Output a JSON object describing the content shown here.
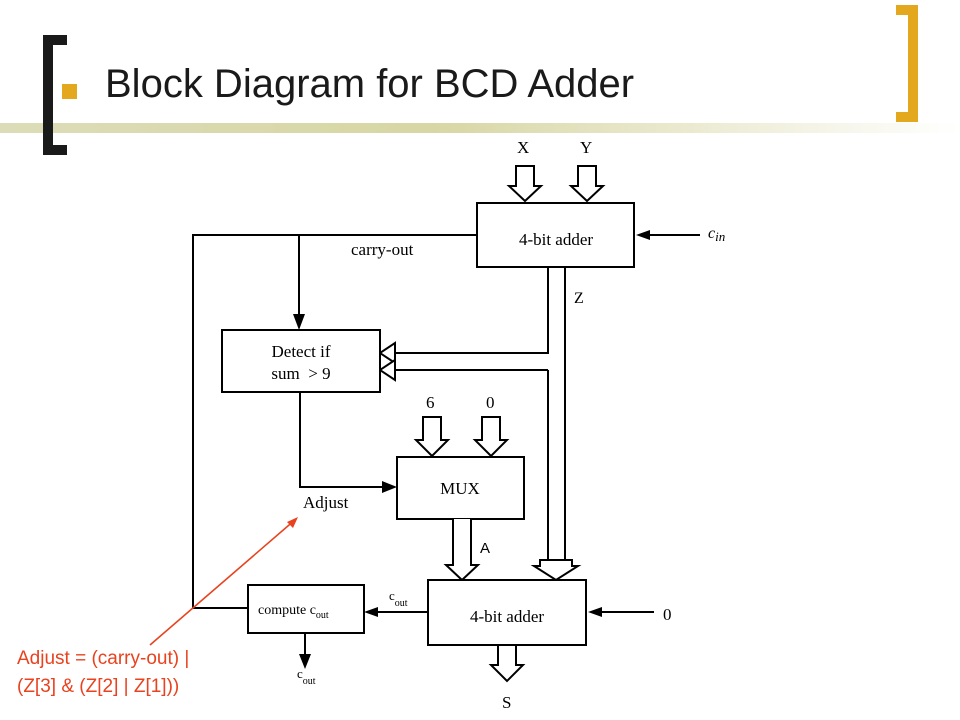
{
  "slide": {
    "title": "Block Diagram for BCD Adder",
    "accent_color": "#e3a81e"
  },
  "diagram": {
    "inputs": {
      "x": "X",
      "y": "Y",
      "cin": "c",
      "cin_sub": "in"
    },
    "top_adder": {
      "label": "4-bit adder"
    },
    "carry_out_label": "carry-out",
    "z_label": "Z",
    "detect": {
      "line1": "Detect if",
      "line2": "sum  > 9"
    },
    "mux": {
      "label": "MUX",
      "in_six": "6",
      "in_zero": "0"
    },
    "adjust_label": "Adjust",
    "a_label": "A",
    "bottom_adder": {
      "label": "4-bit adder",
      "in_zero": "0"
    },
    "compute": {
      "label": "compute c",
      "sub": "out"
    },
    "cout_mid": {
      "main": "c",
      "sub": "out"
    },
    "cout_final": {
      "main": "c",
      "sub": "out"
    },
    "s_label": "S"
  },
  "annotation": {
    "line1": "Adjust = (carry-out) |",
    "line2": "(Z[3] & (Z[2] | Z[1]))",
    "color": "#e8421e"
  }
}
